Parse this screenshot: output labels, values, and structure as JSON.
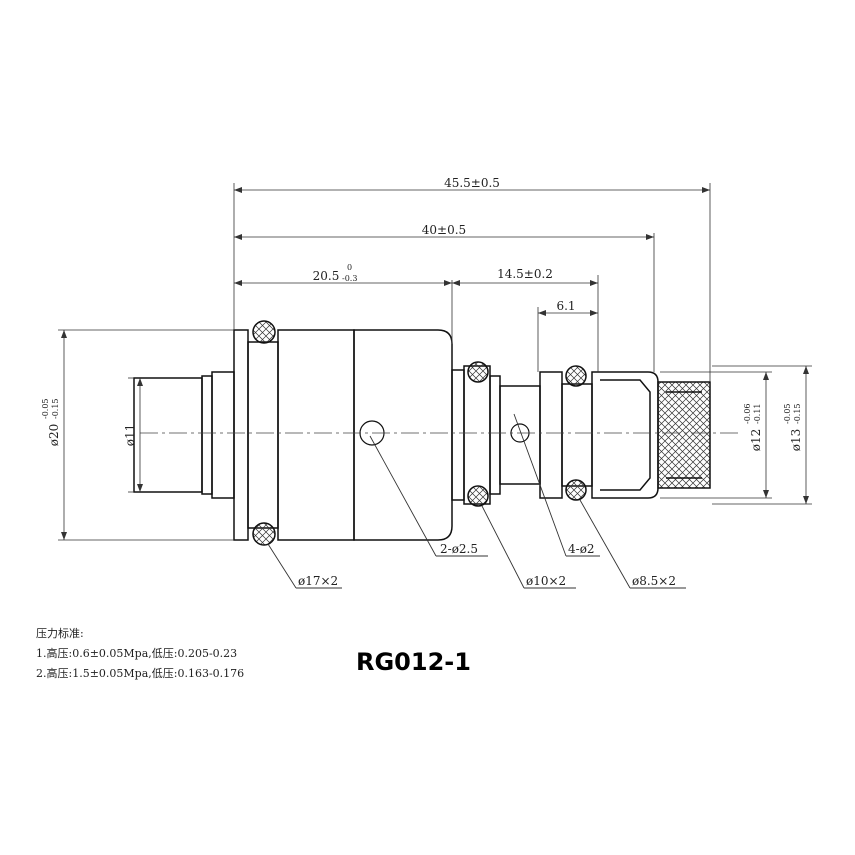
{
  "dimensions": {
    "overall_length": "45.5±0.5",
    "length_40": "40±0.5",
    "length_20_5": "20.5",
    "tol_20_5_upper": "0",
    "tol_20_5_lower": "-0.3",
    "length_14_5": "14.5±0.2",
    "length_6_1": "6.1",
    "dia_20": "ø20",
    "tol_dia_20_upper": "-0.05",
    "tol_dia_20_lower": "-0.15",
    "dia_11": "ø11",
    "dia_12": "ø12",
    "tol_dia_12_upper": "-0.06",
    "tol_dia_12_lower": "-0.11",
    "dia_13": "ø13",
    "tol_dia_13_upper": "-0.05",
    "tol_dia_13_lower": "-0.15"
  },
  "callouts": {
    "holes_2": "2-ø2.5",
    "holes_4": "4-ø2",
    "oring_17": "ø17×2",
    "oring_10": "ø10×2",
    "oring_8_5": "ø8.5×2"
  },
  "notes": {
    "heading": "压力标准:",
    "line1": "1.高压:0.6±0.05Mpa,低压:0.205-0.23",
    "line2": "2.高压:1.5±0.05Mpa,低压:0.163-0.176"
  },
  "model": "RG012-1"
}
